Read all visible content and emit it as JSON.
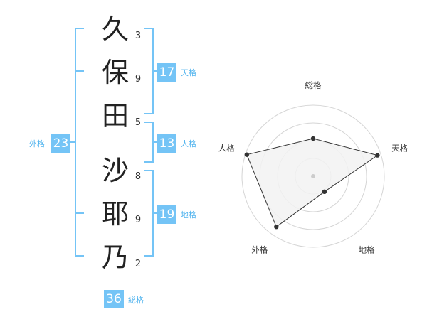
{
  "name_chars": [
    {
      "char": "久",
      "strokes": "3"
    },
    {
      "char": "保",
      "strokes": "9"
    },
    {
      "char": "田",
      "strokes": "5"
    },
    {
      "char": "沙",
      "strokes": "8"
    },
    {
      "char": "耶",
      "strokes": "9"
    },
    {
      "char": "乃",
      "strokes": "2"
    }
  ],
  "kakusu": {
    "tenkaku": {
      "value": "17",
      "label": "天格"
    },
    "jinkaku": {
      "value": "13",
      "label": "人格"
    },
    "chikaku": {
      "value": "19",
      "label": "地格"
    },
    "gaikaku": {
      "value": "23",
      "label": "外格"
    },
    "soukaku": {
      "value": "36",
      "label": "総格"
    }
  },
  "radar": {
    "axes": [
      "総格",
      "天格",
      "地格",
      "外格",
      "人格"
    ],
    "values": [
      0.53,
      0.95,
      0.27,
      0.88,
      0.98
    ],
    "ring_count": 4,
    "line_color": "#333333",
    "fill_color": "#f2f2f2",
    "ring_color": "#d5d5d5"
  },
  "colors": {
    "accent": "#74c4f6",
    "bracket": "#74c4f6"
  }
}
